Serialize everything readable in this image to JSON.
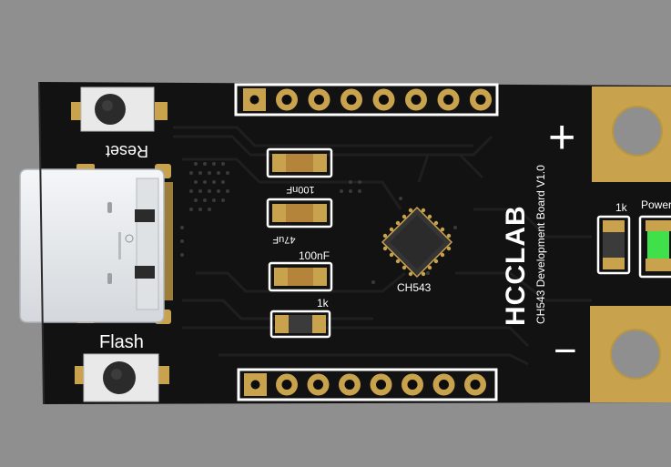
{
  "board": {
    "brand": "HCCLAB",
    "title": "CH543 Development Board V1.0",
    "buttons": {
      "reset": "Reset",
      "flash": "Flash"
    },
    "chip": "CH543",
    "components": {
      "c1": "100nF",
      "c2": "47uF",
      "c3": "100nF",
      "r1": "1k",
      "r2": "1k",
      "led": "Power"
    },
    "polarity": {
      "positive": "+",
      "negative": "−"
    },
    "header_pins_per_row": 8
  },
  "colors": {
    "background": "#8f8f8f",
    "pcb": "#121212",
    "trace": "#1c1c1c",
    "gold": "#c8a24c",
    "silkscreen": "#ffffff",
    "led": "#3fe04a"
  }
}
